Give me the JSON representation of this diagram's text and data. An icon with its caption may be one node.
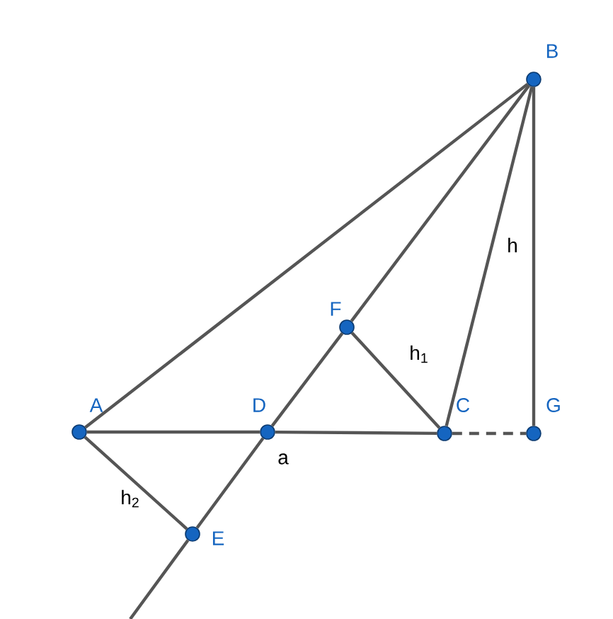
{
  "diagram": {
    "nodes": [
      {
        "text": [
          "B"
        ]
      },
      {
        "text": [
          "F"
        ]
      },
      {
        "text": [
          "A"
        ]
      },
      {
        "text": [
          "D"
        ]
      },
      {
        "text": [
          "C"
        ]
      },
      {
        "text": [
          "G"
        ]
      },
      {
        "text": [
          "E"
        ]
      }
    ],
    "edges": [
      {
        "from": 2,
        "to": 0,
        "arrow": "none"
      },
      {
        "from": 0,
        "to": 1,
        "arrow": "none"
      },
      {
        "from": 0,
        "to": 4,
        "arrow": "none"
      },
      {
        "from": 0,
        "to": 5,
        "arrow": "none",
        "label": "h"
      },
      {
        "from": 2,
        "to": 3,
        "arrow": "none"
      },
      {
        "from": 3,
        "to": 4,
        "arrow": "none",
        "label": "a"
      },
      {
        "from": 4,
        "to": 5,
        "arrow": "none",
        "style": "dashed"
      },
      {
        "from": 1,
        "to": 3,
        "arrow": "none"
      },
      {
        "from": 1,
        "to": 4,
        "arrow": "none",
        "label": "h$_{1}$"
      },
      {
        "from": 2,
        "to": 6,
        "arrow": "none",
        "label": "h$_{2}$"
      },
      {
        "from": 3,
        "to": 6,
        "arrow": "none"
      },
      {
        "from": 6,
        "to": null,
        "arrow": "none"
      }
    ]
  }
}
